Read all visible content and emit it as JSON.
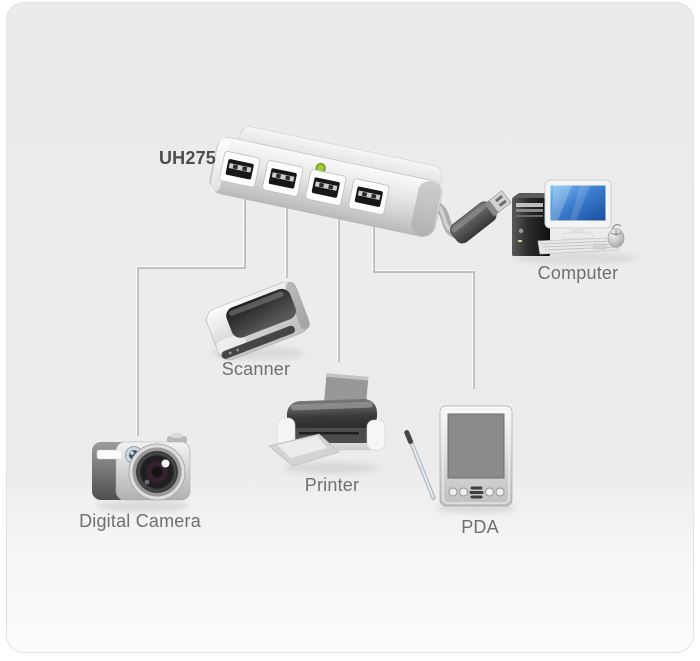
{
  "labels": {
    "product": "UH275",
    "computer": "Computer",
    "scanner": "Scanner",
    "printer": "Printer",
    "digital_camera": "Digital Camera",
    "pda": "PDA"
  },
  "hub": {
    "model": "UH275",
    "port_count": 4,
    "led_color": "#97c83e"
  },
  "colors": {
    "panel_background": "#ececec",
    "connection_line": "#a9b1b7",
    "monitor_screen_blue": "#2f6fc0",
    "label_text": "#6f6f6f"
  },
  "connections": [
    {
      "from": "hub-port-1",
      "to": "digital-camera"
    },
    {
      "from": "hub-port-2",
      "to": "scanner"
    },
    {
      "from": "hub-port-3",
      "to": "printer"
    },
    {
      "from": "hub-port-4",
      "to": "pda"
    },
    {
      "from": "hub-usb-cable",
      "to": "computer"
    }
  ]
}
